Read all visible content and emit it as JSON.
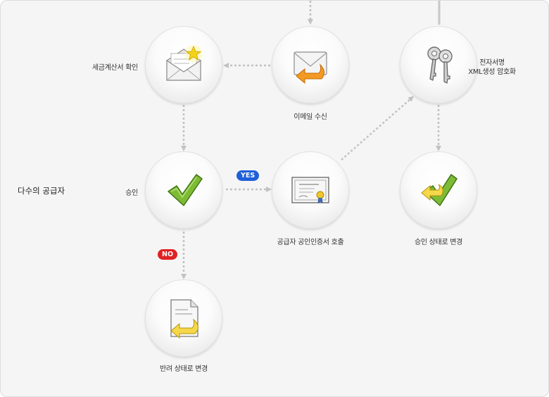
{
  "actor": "다수의 공급자",
  "nodes": {
    "email_receive": {
      "label": "이메일 수신",
      "icon": "envelope-reply-icon"
    },
    "invoice_check": {
      "label": "세금계산서 확인",
      "icon": "open-envelope-star-icon"
    },
    "sign_encrypt": {
      "label_line1": "전자서명",
      "label_line2": "XML생성 암호화",
      "icon": "keys-icon"
    },
    "approve": {
      "label": "승인",
      "icon": "checkmark-icon"
    },
    "cert_call": {
      "label": "공급자 공인인증서 호출",
      "icon": "certificate-icon"
    },
    "approved_state": {
      "label": "승인 상태로 변경",
      "icon": "checkmark-return-icon"
    },
    "reject_state": {
      "label": "반려 상태로 변경",
      "icon": "document-return-icon"
    }
  },
  "badges": {
    "yes": "YES",
    "no": "NO"
  },
  "colors": {
    "connector": "#c2c2c2",
    "yes_badge": "#1f5fd9",
    "no_badge": "#e02222",
    "check_green": "#5a9c1f"
  }
}
